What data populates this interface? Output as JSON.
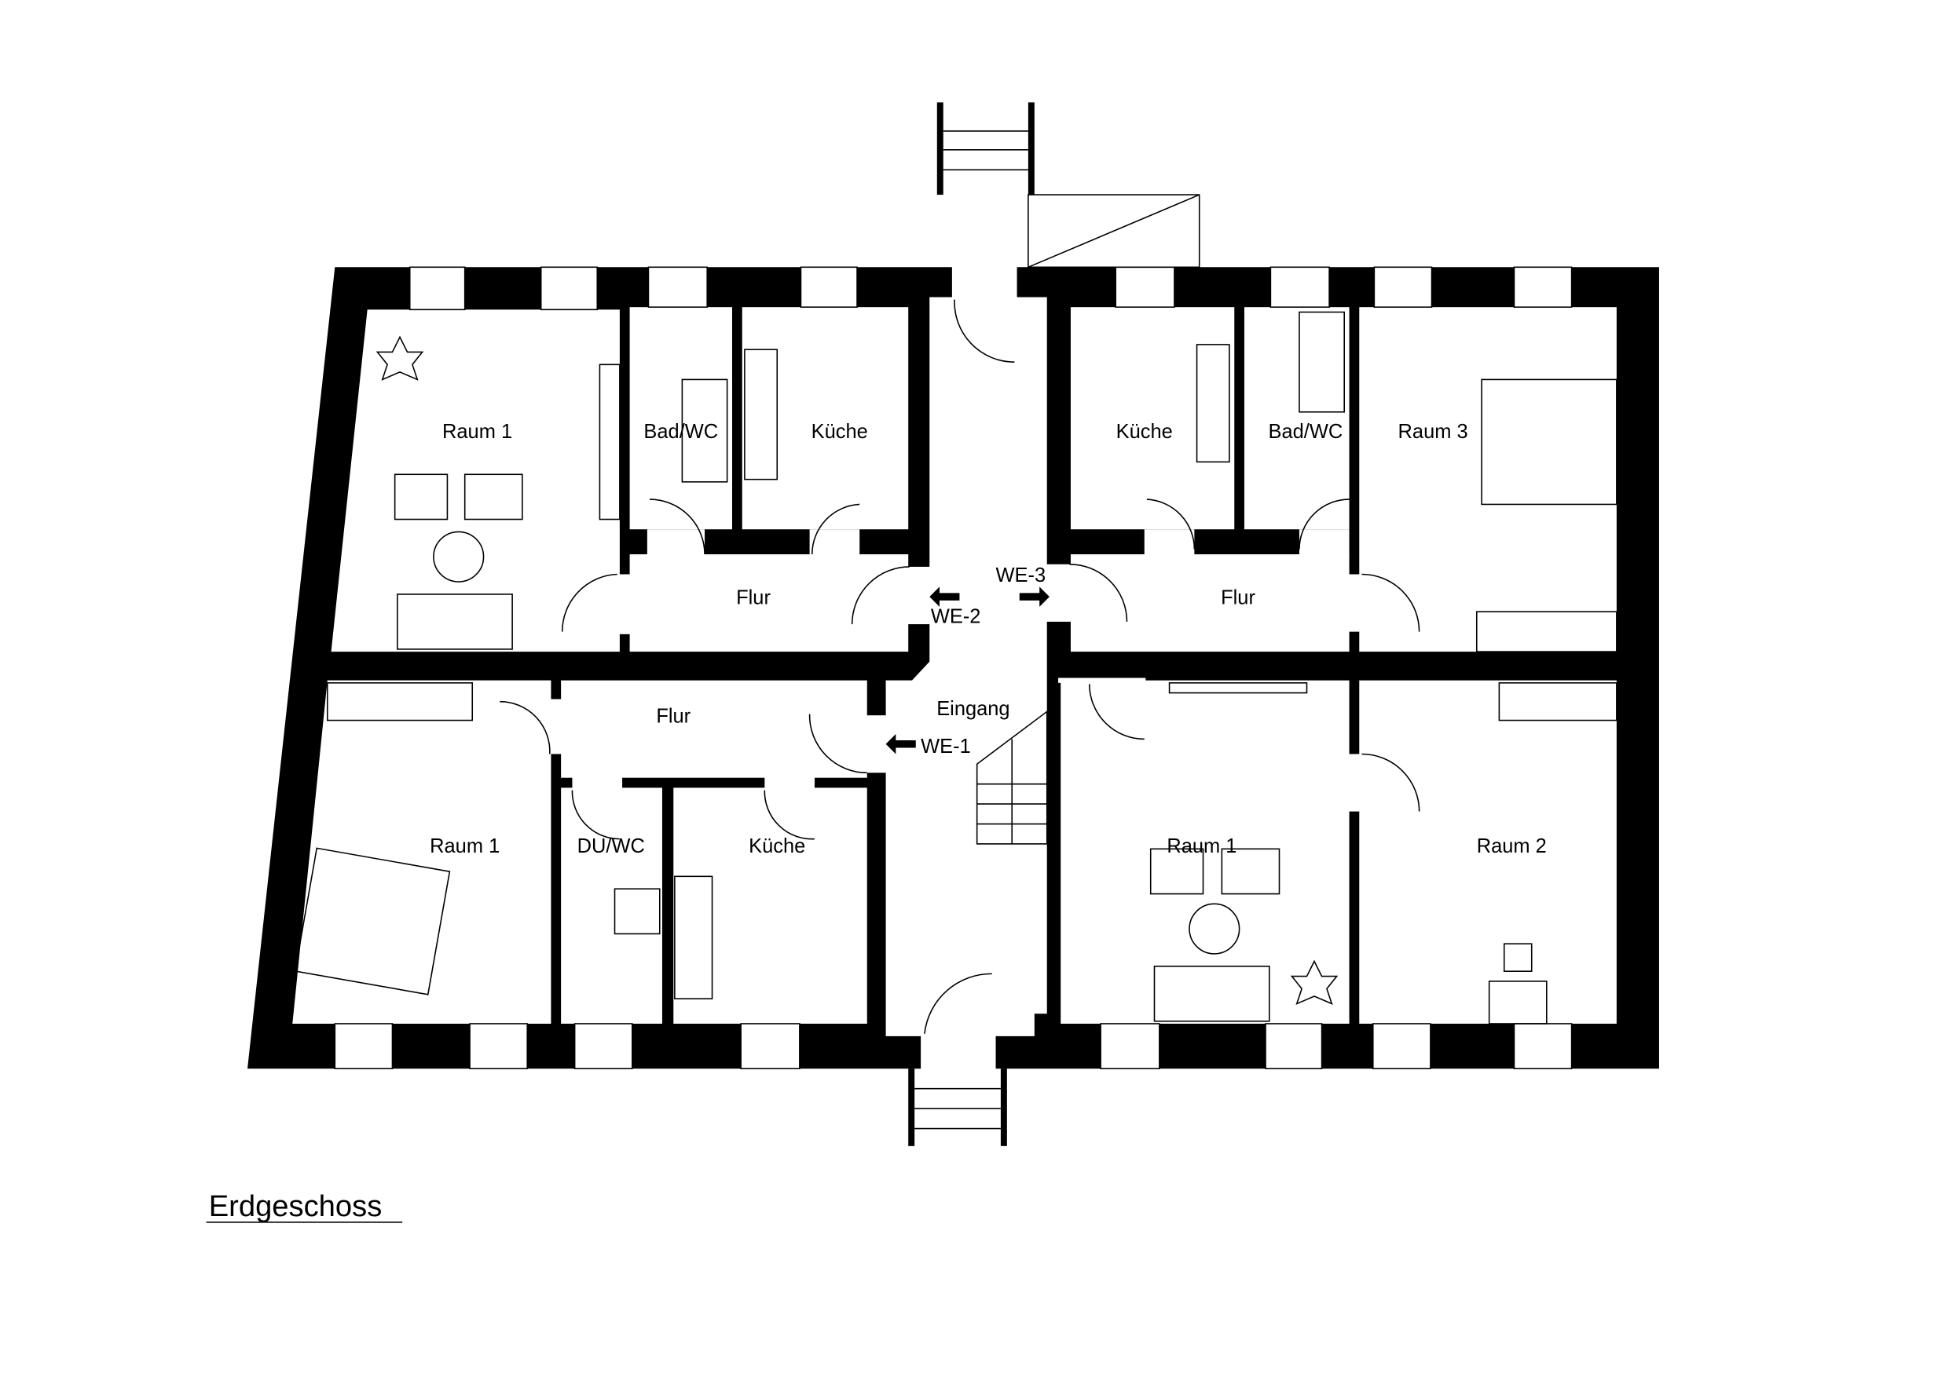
{
  "title": "Erdgeschoss",
  "rooms": {
    "we2_raum1": "Raum 1",
    "we2_bad": "Bad/WC",
    "we2_kueche": "Küche",
    "we2_flur": "Flur",
    "we3_kueche": "Küche",
    "we3_bad": "Bad/WC",
    "we3_raum3": "Raum 3",
    "we3_flur": "Flur",
    "we1_raum1": "Raum 1",
    "we1_flur": "Flur",
    "we1_du": "DU/WC",
    "we1_kueche": "Küche",
    "we4_raum1": "Raum 1",
    "we4_raum2": "Raum 2",
    "eingang": "Eingang"
  },
  "units": {
    "we1": "WE-1",
    "we2": "WE-2",
    "we3": "WE-3"
  },
  "colors": {
    "wall": "#000000",
    "background": "#ffffff"
  }
}
